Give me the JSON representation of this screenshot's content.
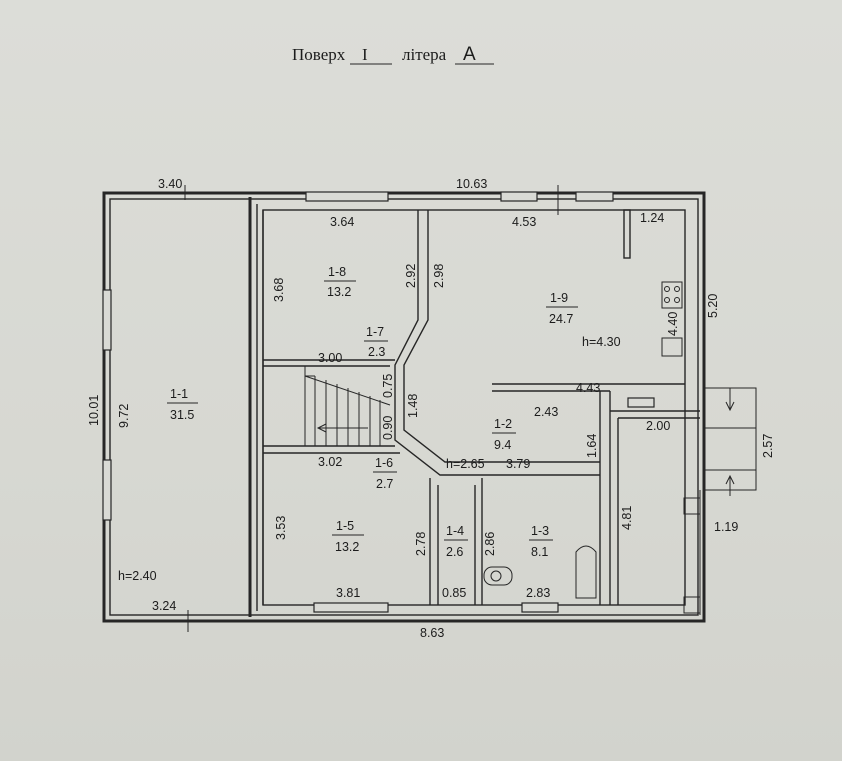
{
  "header": {
    "floor_word": "Поверх",
    "floor_value": "I",
    "letter_word": "літера",
    "letter_value": "А"
  },
  "rooms": [
    {
      "id": "1-1",
      "area": "31.5"
    },
    {
      "id": "1-2",
      "area": "9.4"
    },
    {
      "id": "1-3",
      "area": "8.1"
    },
    {
      "id": "1-4",
      "area": "2.6"
    },
    {
      "id": "1-5",
      "area": "13.2"
    },
    {
      "id": "1-6",
      "area": "2.7"
    },
    {
      "id": "1-7",
      "area": "2.3"
    },
    {
      "id": "1-8",
      "area": "13.2"
    },
    {
      "id": "1-9",
      "area": "24.7"
    }
  ],
  "heights": {
    "room_1_1": "h=2.40",
    "room_1_2": "h=2.65",
    "room_1_9": "h=4.30"
  },
  "dims": {
    "top_left": "3.40",
    "top_overall": "10.63",
    "room18_top": "3.64",
    "room19_top": "4.53",
    "room19_top_right": "1.24",
    "right_height": "5.20",
    "left_overall": "10.01",
    "room11_height": "9.72",
    "room18_height": "3.68",
    "room18_right": "2.92",
    "corridor_right": "2.98",
    "stair_top": "3.00",
    "stair_v1": "0.75",
    "stair_v2": "0.90",
    "corridor_v": "1.48",
    "room19_inner": "4.40",
    "room19_bottom": "4.43",
    "corridor_top": "2.43",
    "corridor_side": "1.64",
    "porch_top": "2.00",
    "porch_right": "2.57",
    "stair_bottom": "3.02",
    "room13_top": "3.79",
    "room15_left": "3.53",
    "room14_left": "2.78",
    "room13_left": "2.86",
    "room15_bottom": "3.81",
    "room14_bottom": "0.85",
    "room13_bottom": "2.83",
    "porch_height": "4.81",
    "porch_width": "1.19",
    "room11_bottom": "3.24",
    "bottom_overall": "8.63"
  }
}
